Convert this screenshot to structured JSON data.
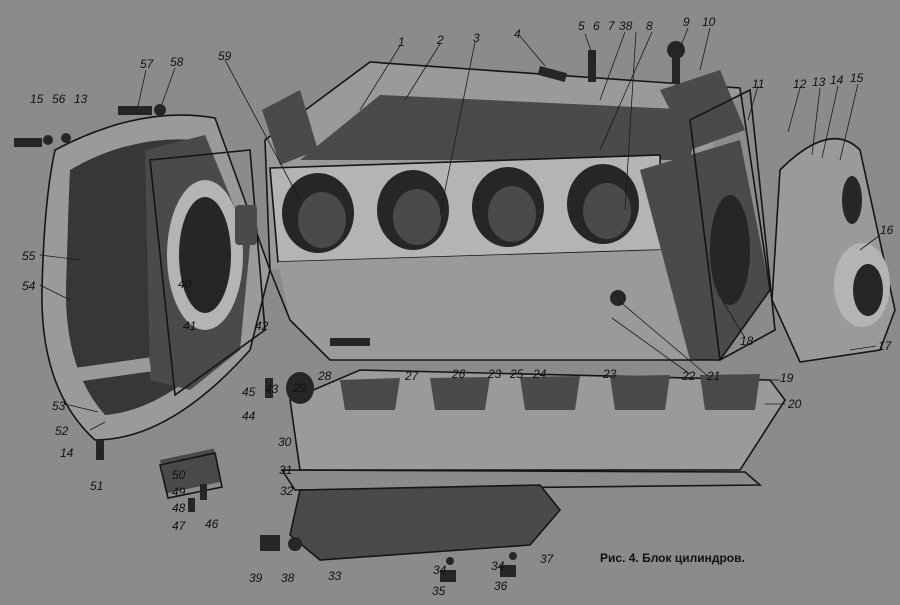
{
  "caption": "Рис. 4. Блок цилиндров.",
  "callouts": [
    {
      "n": "1"
    },
    {
      "n": "2"
    },
    {
      "n": "3"
    },
    {
      "n": "4"
    },
    {
      "n": "5"
    },
    {
      "n": "6"
    },
    {
      "n": "7"
    },
    {
      "n": "38"
    },
    {
      "n": "8"
    },
    {
      "n": "9"
    },
    {
      "n": "10"
    },
    {
      "n": "11"
    },
    {
      "n": "12"
    },
    {
      "n": "13"
    },
    {
      "n": "14"
    },
    {
      "n": "15"
    },
    {
      "n": "16"
    },
    {
      "n": "17"
    },
    {
      "n": "18"
    },
    {
      "n": "19"
    },
    {
      "n": "20"
    },
    {
      "n": "21"
    },
    {
      "n": "22"
    },
    {
      "n": "23"
    },
    {
      "n": "23"
    },
    {
      "n": "24"
    },
    {
      "n": "25"
    },
    {
      "n": "26"
    },
    {
      "n": "27"
    },
    {
      "n": "28"
    },
    {
      "n": "29"
    },
    {
      "n": "30"
    },
    {
      "n": "31"
    },
    {
      "n": "32"
    },
    {
      "n": "33"
    },
    {
      "n": "34"
    },
    {
      "n": "34"
    },
    {
      "n": "35"
    },
    {
      "n": "36"
    },
    {
      "n": "37"
    },
    {
      "n": "38"
    },
    {
      "n": "39"
    },
    {
      "n": "40"
    },
    {
      "n": "41"
    },
    {
      "n": "42"
    },
    {
      "n": "43"
    },
    {
      "n": "44"
    },
    {
      "n": "45"
    },
    {
      "n": "46"
    },
    {
      "n": "47"
    },
    {
      "n": "48"
    },
    {
      "n": "49"
    },
    {
      "n": "50"
    },
    {
      "n": "51"
    },
    {
      "n": "52"
    },
    {
      "n": "53"
    },
    {
      "n": "14"
    },
    {
      "n": "54"
    },
    {
      "n": "55"
    },
    {
      "n": "15"
    },
    {
      "n": "56"
    },
    {
      "n": "13"
    },
    {
      "n": "57"
    },
    {
      "n": "58"
    },
    {
      "n": "59"
    }
  ]
}
